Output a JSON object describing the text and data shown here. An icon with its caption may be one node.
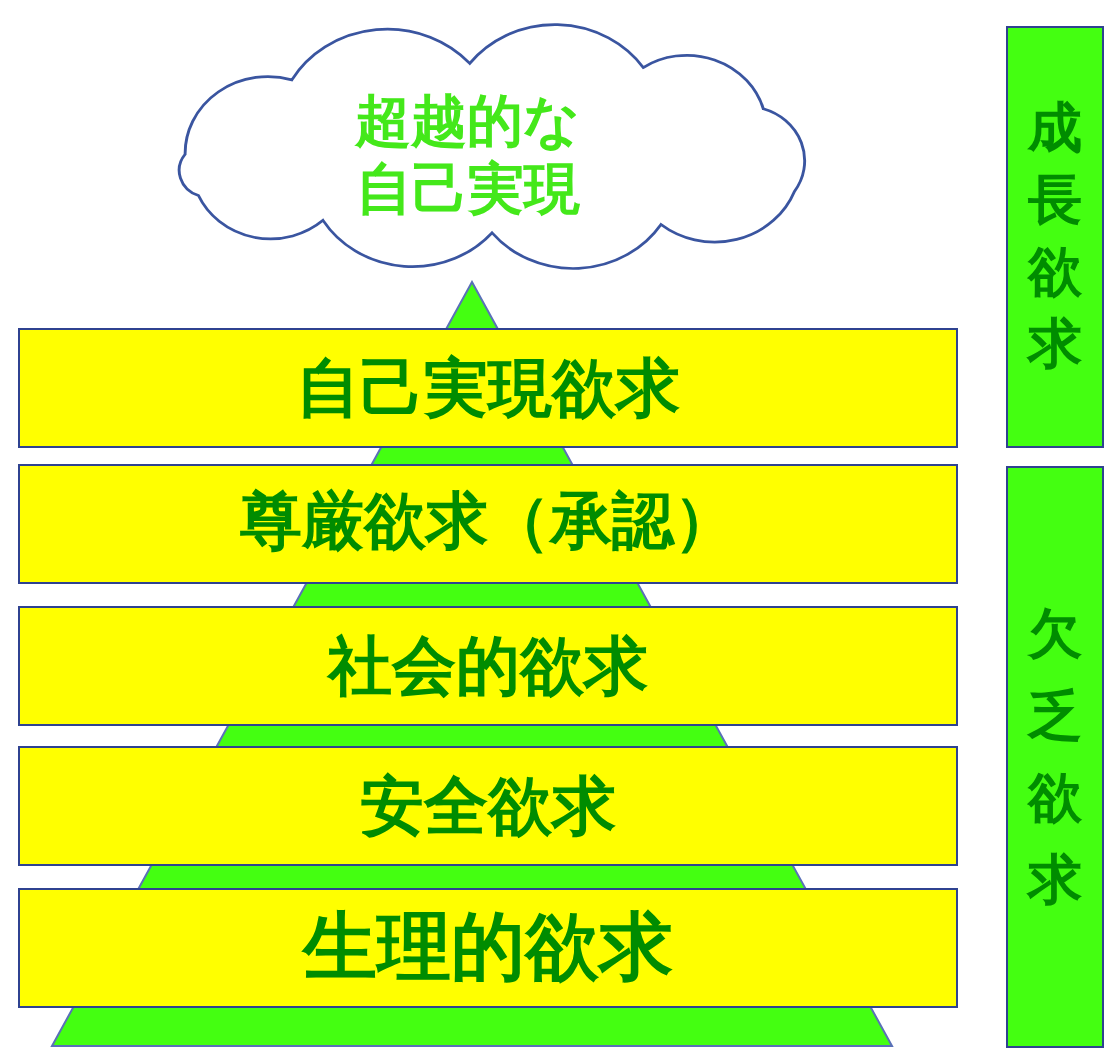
{
  "diagram": {
    "nodes": [
      {
        "text": [
          "超越的な自己実現"
        ]
      },
      {
        "text": [
          "自己実現欲求"
        ]
      },
      {
        "text": [
          "尊厳欲求（承認）"
        ]
      },
      {
        "text": [
          "社会的欲求"
        ]
      },
      {
        "text": [
          "安全欲求"
        ]
      },
      {
        "text": [
          "生理的欲求"
        ]
      },
      {
        "text": [
          "成長欲求"
        ]
      },
      {
        "text": [
          "欠乏欲求"
        ]
      }
    ]
  }
}
